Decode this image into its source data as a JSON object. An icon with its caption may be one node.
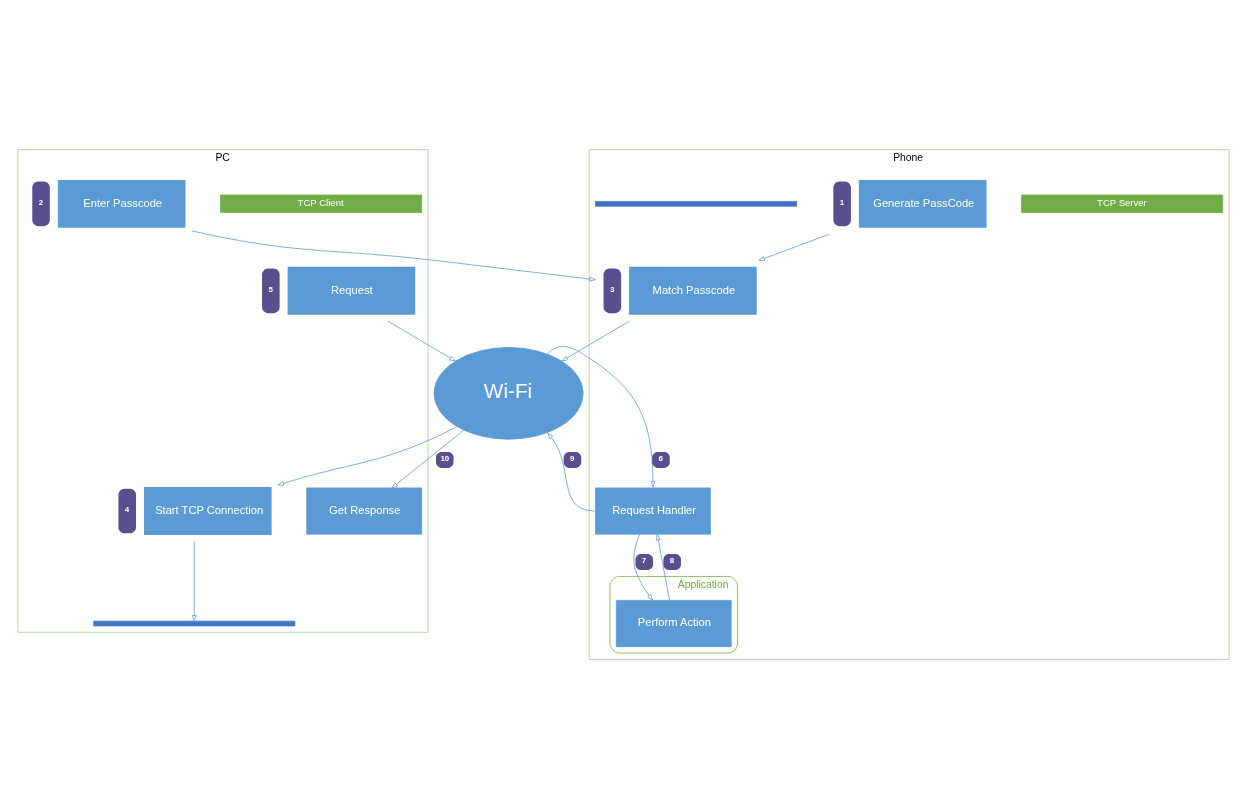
{
  "diagram": {
    "nodes": [
      {
        "text": [
          "PC"
        ]
      },
      {
        "text": [
          "TCP Client"
        ],
        "in": 0
      },
      {
        "text": [
          "Request"
        ],
        "in": 0,
        "beside": [
          "5"
        ]
      },
      {
        "text": [
          "Get Response"
        ],
        "in": 0
      },
      {
        "text": [],
        "shape": "bar",
        "in": 0
      },
      {
        "text": [
          "Start TCP Connection"
        ],
        "in": 0,
        "beside": [
          "4"
        ]
      },
      {
        "text": [
          "Enter Passcode"
        ],
        "in": 0,
        "beside": [
          "2"
        ]
      },
      {
        "text": [
          "Wi-Fi"
        ]
      },
      {
        "text": [
          "Phone"
        ]
      },
      {
        "text": [
          "TCP Server"
        ],
        "in": 8
      },
      {
        "text": [
          "Request Handler"
        ],
        "in": 8
      },
      {
        "text": [
          "Application"
        ],
        "in": 8
      },
      {
        "text": [
          "Perform Action"
        ],
        "in": 11
      },
      {
        "text": [
          "Match Passcode"
        ],
        "in": 8,
        "beside": [
          "3"
        ]
      },
      {
        "text": [
          "Generate PassCode"
        ],
        "in": 8,
        "beside": [
          "1"
        ]
      },
      {
        "text": [],
        "shape": "bar",
        "in": 8
      }
    ],
    "edges": [
      {
        "from": 14,
        "to": 13,
        "arrow": "to"
      },
      {
        "from": 6,
        "to": 13,
        "arrow": "to"
      },
      {
        "from": 13,
        "to": 7,
        "arrow": "to"
      },
      {
        "from": 7,
        "to": 5,
        "arrow": "to"
      },
      {
        "from": 5,
        "to": 4,
        "arrow": "to"
      },
      {
        "from": 2,
        "to": 7,
        "arrow": "to"
      },
      {
        "from": 7,
        "to": 10,
        "arrow": "to",
        "label": "6"
      },
      {
        "from": 10,
        "to": 12,
        "arrow": "to",
        "label": "7"
      },
      {
        "from": 12,
        "to": 10,
        "arrow": "to",
        "label": "8"
      },
      {
        "from": 10,
        "to": 7,
        "arrow": "to",
        "label": "9"
      },
      {
        "from": 7,
        "to": 3,
        "arrow": "to",
        "label": "10"
      }
    ]
  }
}
